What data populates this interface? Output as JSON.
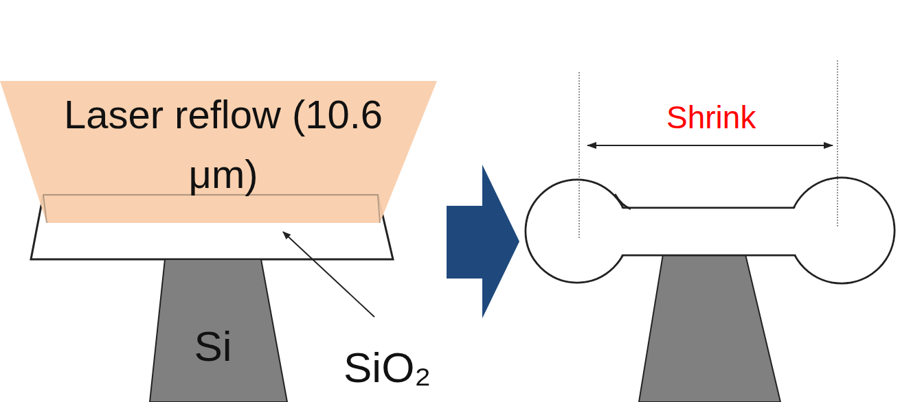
{
  "diagram": {
    "nodes": [
      {
        "text": [
          "Laser reflow (10.6 μm)"
        ]
      },
      {
        "text": [
          "Si"
        ]
      }
    ],
    "labels": [
      "SiO₂",
      "Shrink"
    ]
  }
}
